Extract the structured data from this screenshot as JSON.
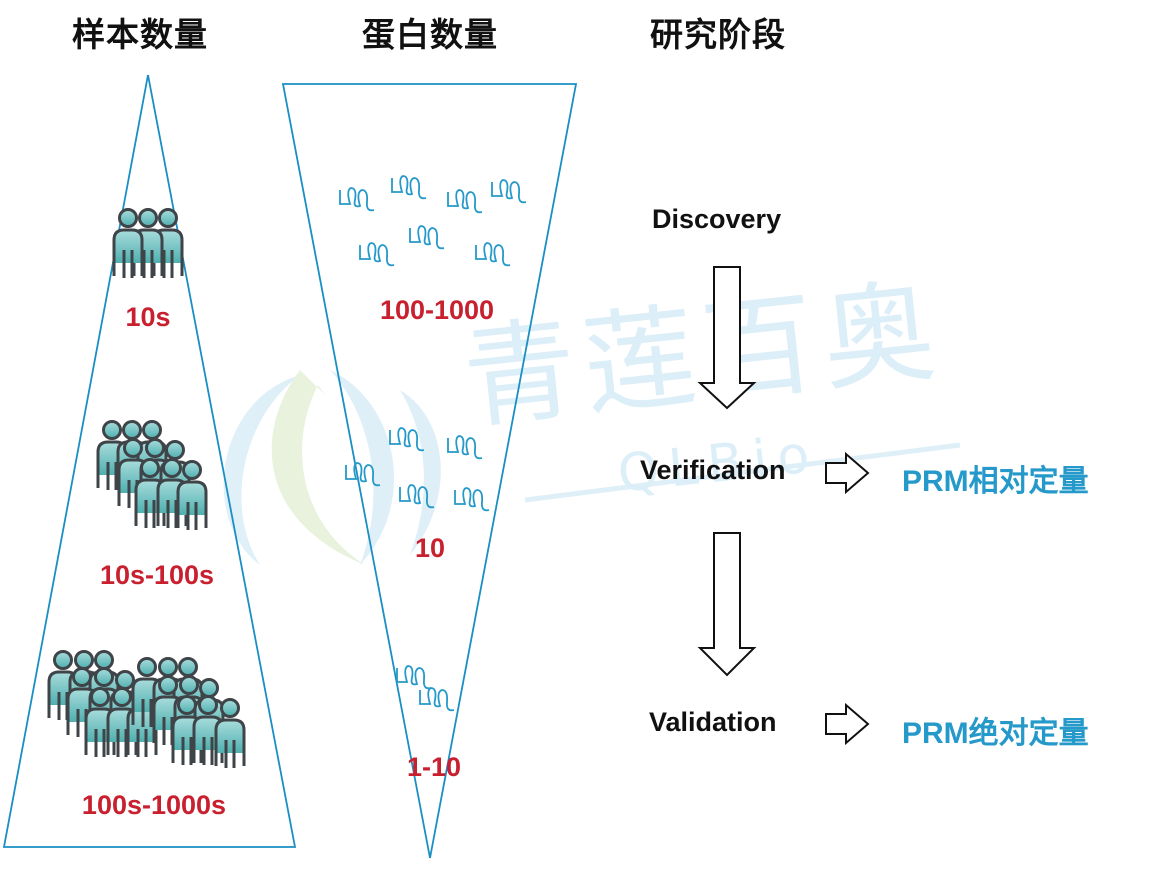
{
  "columns": {
    "sample_count_title": "样本数量",
    "protein_count_title": "蛋白数量",
    "research_stage_title": "研究阶段"
  },
  "sample_levels": [
    {
      "label": "10s",
      "icon": "people-group-small-icon"
    },
    {
      "label": "10s-100s",
      "icon": "people-group-medium-icon"
    },
    {
      "label": "100s-1000s",
      "icon": "people-group-large-icon"
    }
  ],
  "protein_levels": [
    {
      "label": "100-1000",
      "icon": "protein-helix-many-icon"
    },
    {
      "label": "10",
      "icon": "protein-helix-several-icon"
    },
    {
      "label": "1-10",
      "icon": "protein-helix-few-icon"
    }
  ],
  "stages": [
    {
      "label": "Discovery"
    },
    {
      "label": "Verification",
      "method": "PRM相对定量"
    },
    {
      "label": "Validation",
      "method": "PRM绝对定量"
    }
  ],
  "watermark": {
    "brand_cn": "青莲百奥",
    "brand_en": "QLBio"
  },
  "colors": {
    "outline_blue": "#1a8fc3",
    "label_red": "#c8202f",
    "method_blue": "#2599c9",
    "person_fill": "#7cc6c6",
    "person_stroke": "#3f4448",
    "watermark": "#dceef8"
  }
}
